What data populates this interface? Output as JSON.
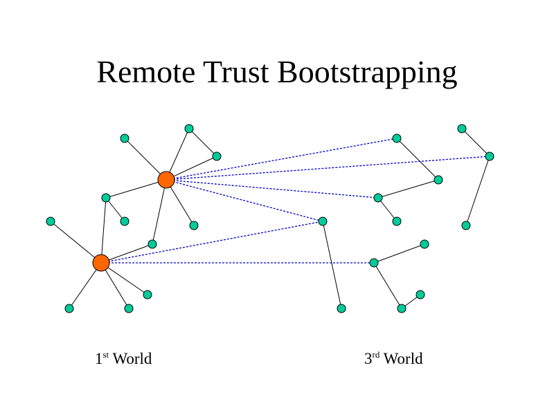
{
  "title": "Remote Trust Bootstrapping",
  "labels": {
    "first": {
      "number": "1",
      "suffix": "st",
      "text": " World"
    },
    "third": {
      "number": "3",
      "suffix": "rd",
      "text": " World"
    }
  },
  "colors": {
    "hub_node": "#ff6600",
    "peer_node": "#00cc99",
    "node_outline": "#000000",
    "local_link": "#000000",
    "remote_link": "#0000cc"
  }
}
